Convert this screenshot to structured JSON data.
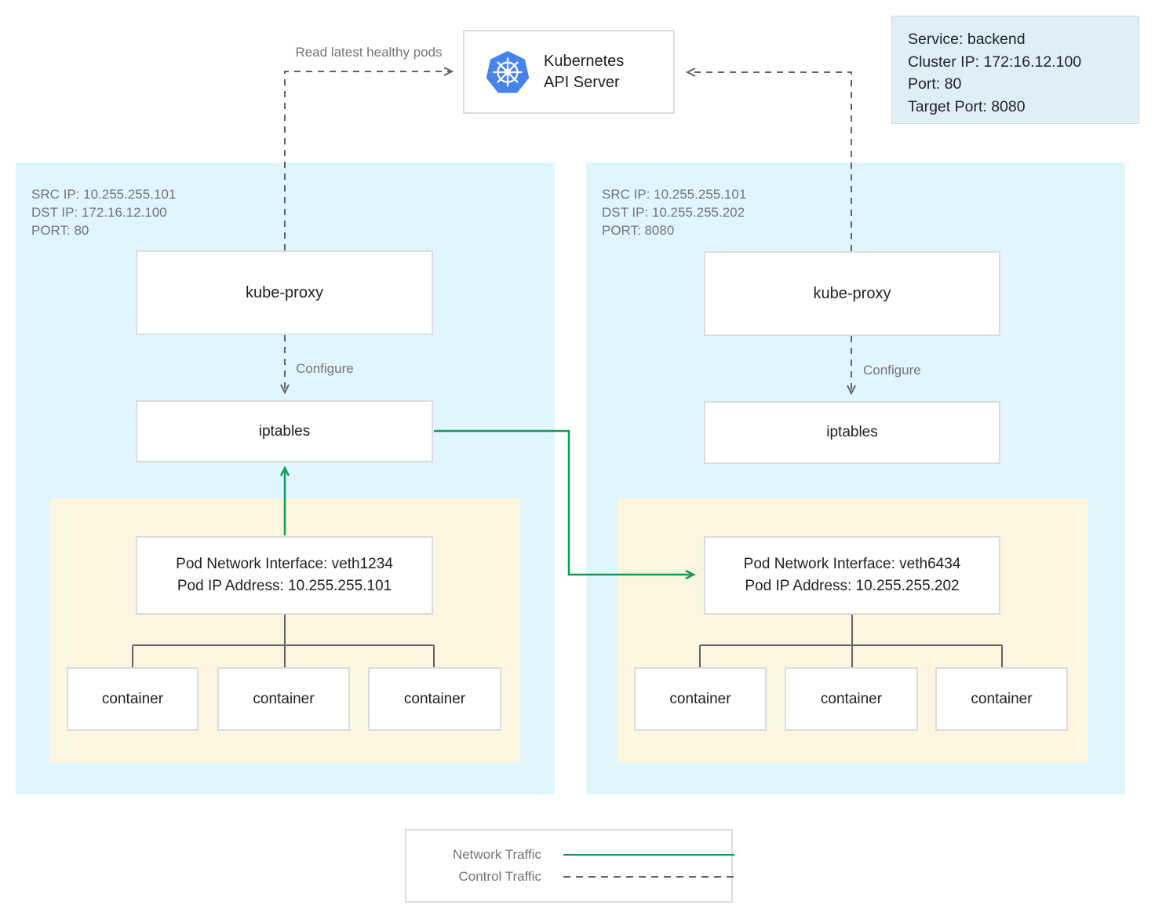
{
  "api_server": {
    "title": "Kubernetes\nAPI Server"
  },
  "service": {
    "text": "Service: backend\nCluster IP: 172:16.12.100\nPort: 80\nTarget Port: 8080"
  },
  "labels": {
    "read_latest": "Read latest healthy pods",
    "configure": "Configure"
  },
  "nodes": [
    {
      "meta": "SRC IP: 10.255.255.101\nDST IP: 172.16.12.100\nPORT: 80",
      "kube_proxy_label": "kube-proxy",
      "iptables_label": "iptables",
      "pod_interface": "Pod Network Interface: veth1234\nPod IP Address: 10.255.255.101",
      "containers": [
        "container",
        "container",
        "container"
      ]
    },
    {
      "meta": "SRC IP: 10.255.255.101\nDST IP: 10.255.255.202\nPORT: 8080",
      "kube_proxy_label": "kube-proxy",
      "iptables_label": "iptables",
      "pod_interface": "Pod Network Interface: veth6434\nPod IP Address: 10.255.255.202",
      "containers": [
        "container",
        "container",
        "container"
      ]
    }
  ],
  "legend": {
    "network_traffic": "Network Traffic",
    "control_traffic": "Control Traffic"
  },
  "colors": {
    "node_bg": "#E1F5FE",
    "pod_bg": "#FCF5DF",
    "service_bg": "#DFEFF8",
    "network_traffic_green": "#0F9D58",
    "control_traffic_gray": "#5F6368",
    "box_border": "#DADCE0",
    "kubernetes_blue": "#4683EA"
  }
}
